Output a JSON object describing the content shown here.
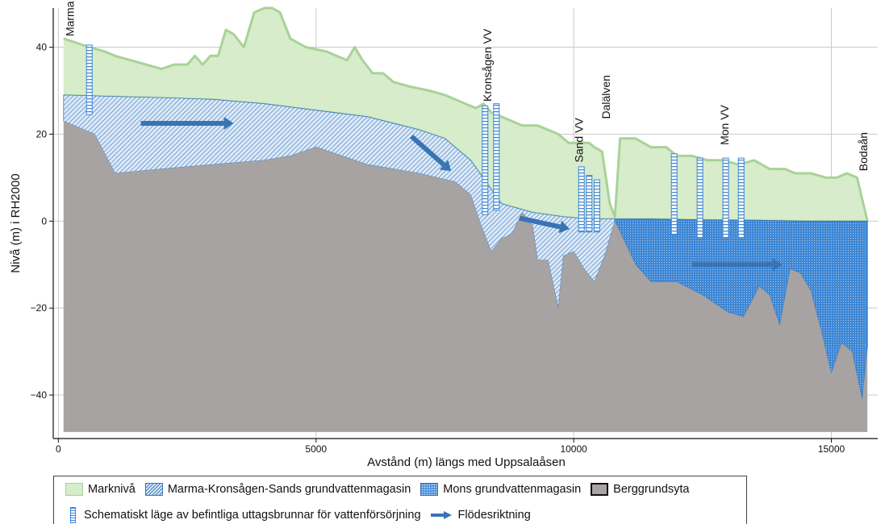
{
  "chart_data": {
    "type": "area",
    "xlabel": "Avstånd (m) längs med Uppsalaåsen",
    "ylabel": "Nivå (m) i RH2000",
    "xlim": [
      -100,
      15900
    ],
    "ylim": [
      -50,
      49
    ],
    "x_ticks": [
      0,
      5000,
      10000,
      15000
    ],
    "x_tick_labels": [
      "0",
      "5000",
      "10000",
      "15000"
    ],
    "y_ticks": [
      40,
      20,
      0,
      -20,
      -40
    ],
    "y_tick_labels": [
      "40",
      "20",
      "0",
      "−20",
      "−40"
    ],
    "grid": true,
    "series": [
      {
        "name": "Marknivå",
        "color": "#d6eccb",
        "x": [
          100,
          600,
          900,
          1100,
          1400,
          1700,
          2000,
          2250,
          2500,
          2650,
          2800,
          2950,
          3100,
          3250,
          3400,
          3600,
          3800,
          4000,
          4150,
          4300,
          4500,
          4800,
          5200,
          5600,
          5750,
          5900,
          6100,
          6300,
          6500,
          6800,
          7200,
          7500,
          7700,
          7900,
          8100,
          8250,
          8400,
          8600,
          8800,
          9000,
          9300,
          9500,
          9700,
          9900,
          10100,
          10300,
          10400,
          10550,
          10700,
          10800,
          10900,
          11000,
          11200,
          11500,
          11800,
          12000,
          12300,
          12600,
          12900,
          13200,
          13500,
          13800,
          14100,
          14300,
          14600,
          14900,
          15100,
          15300,
          15500,
          15700
        ],
        "y": [
          42,
          40,
          39,
          38,
          37,
          36,
          35,
          36,
          36,
          38,
          36,
          38,
          38,
          44,
          43,
          40,
          48,
          49,
          49,
          48,
          42,
          40,
          39,
          37,
          40,
          37,
          34,
          34,
          32,
          31,
          30,
          29,
          28,
          27,
          26,
          27,
          25,
          24,
          23,
          22,
          22,
          21,
          20,
          18,
          18,
          18,
          17,
          16,
          4,
          1,
          19,
          19,
          19,
          17,
          17,
          15,
          15,
          14,
          14,
          13,
          14,
          12,
          12,
          11,
          11,
          10,
          10,
          11,
          10,
          0
        ]
      },
      {
        "name": "Marma-Kronsågen-Sands grundvattenmagasin",
        "color": "#3d7cc4",
        "top_x": [
          100,
          1000,
          2000,
          3000,
          4000,
          5000,
          6000,
          7000,
          7500,
          8000,
          8600,
          9200,
          9800,
          10300,
          10800
        ],
        "top_y": [
          29,
          28.7,
          28.4,
          28,
          27,
          25.5,
          24,
          21,
          19,
          14,
          4,
          2,
          1,
          0.5,
          0.5
        ],
        "bottom_x": [
          100,
          700,
          1100,
          2000,
          3000,
          4000,
          4500,
          5000,
          6000,
          7000,
          7700,
          8000,
          8200,
          8400,
          8600,
          8800,
          9000,
          9200,
          9300,
          9500,
          9700,
          9800,
          10000,
          10200,
          10400,
          10600,
          10800
        ],
        "bottom_y": [
          23,
          20,
          11,
          12,
          13,
          14,
          15,
          17,
          13,
          11,
          9,
          6,
          -1,
          -7,
          -4,
          -3,
          2,
          -1,
          -9,
          -9,
          -20,
          -8,
          -7,
          -11,
          -14,
          -8,
          0
        ]
      },
      {
        "name": "Mons grundvattenmagasin",
        "color": "#3d86d4",
        "top_x": [
          10800,
          11500,
          12500,
          13500,
          14500,
          15200,
          15700
        ],
        "top_y": [
          0.5,
          0.5,
          0.3,
          0.2,
          0,
          0,
          0
        ],
        "bottom_x": [
          10800,
          11200,
          11500,
          12000,
          12500,
          13000,
          13300,
          13600,
          13800,
          14000,
          14200,
          14400,
          14600,
          14800,
          15000,
          15200,
          15400,
          15600,
          15700
        ],
        "bottom_y": [
          0,
          -10,
          -14,
          -14,
          -17,
          -21,
          -22,
          -15,
          -17,
          -24,
          -11,
          -12,
          -16,
          -25,
          -35,
          -28,
          -30,
          -41,
          -29
        ]
      },
      {
        "name": "Berggrundsyta",
        "color": "#a6a3a2",
        "x": [
          100,
          700,
          1100,
          2000,
          3000,
          4000,
          4500,
          5000,
          6000,
          7000,
          7700,
          8000,
          8200,
          8400,
          8600,
          8800,
          9000,
          9200,
          9300,
          9500,
          9700,
          9800,
          10000,
          10200,
          10400,
          10600,
          10800,
          11200,
          11500,
          12000,
          12500,
          13000,
          13300,
          13600,
          13800,
          14000,
          14200,
          14400,
          14600,
          14800,
          15000,
          15200,
          15400,
          15600,
          15700
        ],
        "y": [
          23,
          20,
          11,
          12,
          13,
          14,
          15,
          17,
          13,
          11,
          9,
          6,
          -1,
          -7,
          -4,
          -3,
          2,
          -1,
          -9,
          -9,
          -20,
          -8,
          -7,
          -11,
          -14,
          -8,
          0,
          -10,
          -14,
          -14,
          -17,
          -21,
          -22,
          -15,
          -17,
          -24,
          -11,
          -12,
          -16,
          -25,
          -35,
          -28,
          -30,
          -41,
          -29
        ],
        "bottom": -48.5
      }
    ],
    "wells": [
      {
        "x": 600,
        "top": 40.5,
        "bottom": 24.5
      },
      {
        "x": 8280,
        "top": 26.5,
        "bottom": 1.5
      },
      {
        "x": 8500,
        "top": 27,
        "bottom": 2.5
      },
      {
        "x": 10150,
        "top": 12.5,
        "bottom": -2.5
      },
      {
        "x": 10300,
        "top": 10.5,
        "bottom": -2.5
      },
      {
        "x": 10450,
        "top": 9.5,
        "bottom": -2.5
      },
      {
        "x": 11950,
        "top": 15.5,
        "bottom": -3
      },
      {
        "x": 12450,
        "top": 14.5,
        "bottom": -4
      },
      {
        "x": 12950,
        "top": 14.5,
        "bottom": -4
      },
      {
        "x": 13250,
        "top": 14.5,
        "bottom": -4
      }
    ],
    "flow_arrows": [
      {
        "x1": 1600,
        "y1": 22.5,
        "x2": 3400,
        "y2": 22.5
      },
      {
        "x1": 6850,
        "y1": 19.5,
        "x2": 7620,
        "y2": 11.5
      },
      {
        "x1": 8950,
        "y1": 0.7,
        "x2": 9920,
        "y2": -1.8
      },
      {
        "x1": 12300,
        "y1": -10,
        "x2": 14050,
        "y2": -10
      }
    ],
    "annotations": [
      {
        "text": "Marma VV",
        "x": 300,
        "y": 42.5
      },
      {
        "text": "Kronsågen VV",
        "x": 8400,
        "y": 27.5
      },
      {
        "text": "Sand VV",
        "x": 10180,
        "y": 13.5
      },
      {
        "text": "Dalälven",
        "x": 10700,
        "y": 23.5
      },
      {
        "text": "Mon VV",
        "x": 13000,
        "y": 17.5
      },
      {
        "text": "Bodaån",
        "x": 15700,
        "y": 11.5
      }
    ]
  },
  "legend": {
    "items": [
      {
        "label": "Marknivå"
      },
      {
        "label": "Marma-Kronsågen-Sands grundvattenmagasin"
      },
      {
        "label": "Mons grundvattenmagasin"
      },
      {
        "label": "Berggrundsyta"
      },
      {
        "label": "Schematiskt läge av befintliga uttagsbrunnar för vattenförsörjning"
      },
      {
        "label": "Flödesriktning"
      }
    ]
  },
  "colors": {
    "ground_fill": "#d6eccb",
    "ground_line": "#a9d298",
    "marma_hatch": "#3d7cc4",
    "mons_fill": "#3d86d4",
    "bedrock": "#a6a3a2",
    "arrow": "#3a73b4",
    "grid": "#c9c9c9"
  }
}
